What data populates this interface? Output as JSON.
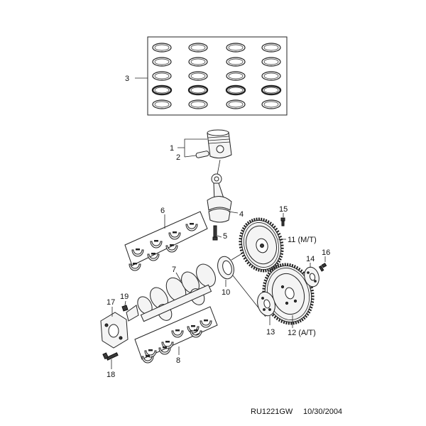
{
  "callouts": {
    "c1": "1",
    "c2": "2",
    "c3": "3",
    "c4": "4",
    "c5": "5",
    "c6": "6",
    "c7": "7",
    "c8": "8",
    "c10": "10",
    "c11": "11 (M/T)",
    "c12": "12 (A/T)",
    "c13": "13",
    "c14": "14",
    "c15": "15",
    "c16": "16",
    "c17": "17",
    "c18": "18",
    "c19": "19"
  },
  "footer": {
    "drawing_id": "RU1221GW",
    "date": "10/30/2004"
  }
}
